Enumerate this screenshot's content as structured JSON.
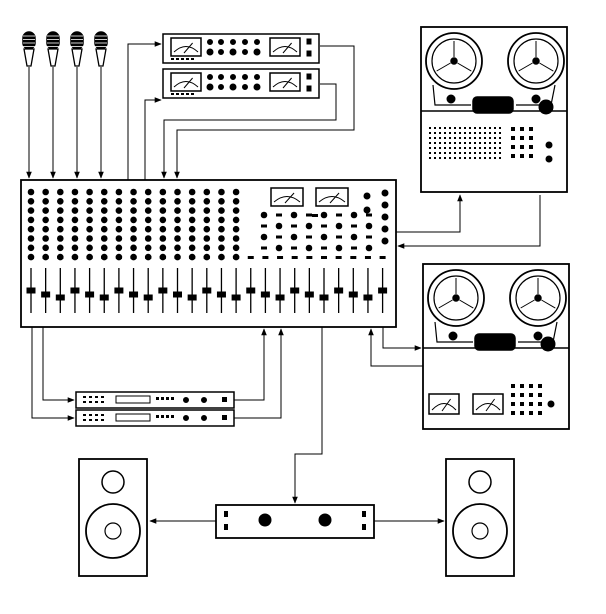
{
  "diagram": {
    "kind": "recording-studio-signal-flow",
    "text_labels": [],
    "colors": {
      "ink": "#000000",
      "paper": "#ffffff",
      "meter_face": "#ffffff"
    },
    "components": [
      {
        "id": "mic-1",
        "kind": "microphone-icon"
      },
      {
        "id": "mic-2",
        "kind": "microphone-icon"
      },
      {
        "id": "mic-3",
        "kind": "microphone-icon"
      },
      {
        "id": "mic-4",
        "kind": "microphone-icon"
      },
      {
        "id": "signal-processor-1",
        "kind": "rack-unit-with-vu-meters"
      },
      {
        "id": "signal-processor-2",
        "kind": "rack-unit-with-vu-meters"
      },
      {
        "id": "mixing-console",
        "kind": "mixing-console",
        "channels": 24
      },
      {
        "id": "tape-recorder-1",
        "kind": "reel-to-reel-tape-recorder"
      },
      {
        "id": "tape-recorder-2",
        "kind": "reel-to-reel-tape-recorder"
      },
      {
        "id": "effects-unit-1",
        "kind": "rack-effects-unit"
      },
      {
        "id": "effects-unit-2",
        "kind": "rack-effects-unit"
      },
      {
        "id": "power-amplifier",
        "kind": "stereo-amplifier"
      },
      {
        "id": "speaker-left",
        "kind": "loudspeaker"
      },
      {
        "id": "speaker-right",
        "kind": "loudspeaker"
      }
    ],
    "connections": [
      {
        "from": "mic-1",
        "to": "mixing-console"
      },
      {
        "from": "mic-2",
        "to": "mixing-console"
      },
      {
        "from": "mic-3",
        "to": "mixing-console"
      },
      {
        "from": "mic-4",
        "to": "mixing-console"
      },
      {
        "from": "mixing-console",
        "to": "signal-processor-1"
      },
      {
        "from": "signal-processor-1",
        "to": "mixing-console"
      },
      {
        "from": "mixing-console",
        "to": "signal-processor-2"
      },
      {
        "from": "signal-processor-2",
        "to": "mixing-console"
      },
      {
        "from": "mixing-console",
        "to": "tape-recorder-1"
      },
      {
        "from": "tape-recorder-1",
        "to": "mixing-console"
      },
      {
        "from": "mixing-console",
        "to": "tape-recorder-2"
      },
      {
        "from": "tape-recorder-2",
        "to": "mixing-console"
      },
      {
        "from": "mixing-console",
        "to": "effects-unit-1"
      },
      {
        "from": "mixing-console",
        "to": "effects-unit-2"
      },
      {
        "from": "effects-unit-1",
        "to": "mixing-console"
      },
      {
        "from": "effects-unit-2",
        "to": "mixing-console"
      },
      {
        "from": "mixing-console",
        "to": "power-amplifier"
      },
      {
        "from": "power-amplifier",
        "to": "speaker-left"
      },
      {
        "from": "power-amplifier",
        "to": "speaker-right"
      }
    ]
  }
}
